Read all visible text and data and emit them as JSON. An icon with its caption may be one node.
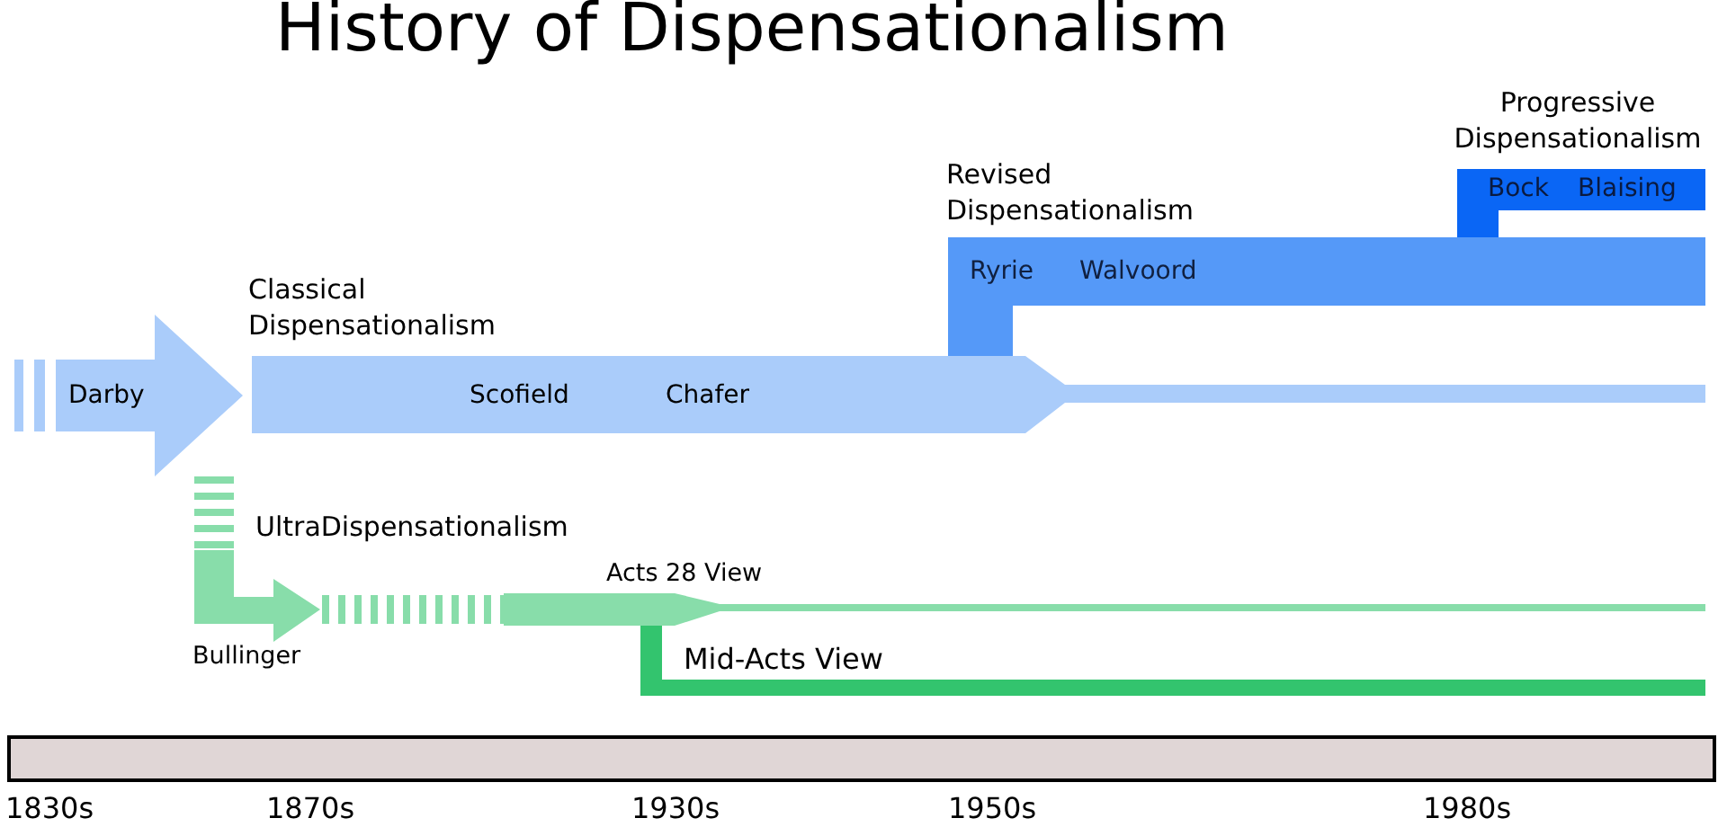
{
  "diagram": {
    "title": "History of Dispensationalism",
    "nodes": [
      {
        "text": [
          "Darby"
        ]
      },
      {
        "text": [
          "Scofield",
          "Chafer"
        ],
        "beside": [
          "Classical Dispensationalism"
        ]
      },
      {
        "text": [
          "Ryrie",
          "Walvoord"
        ],
        "beside": [
          "Revised Dispensationalism"
        ]
      },
      {
        "text": [
          "Bock",
          "Blaising"
        ],
        "beside": [
          "Progressive Dispensationalism"
        ]
      },
      {
        "text": [],
        "shape": "arrow",
        "beside": [
          "UltraDispensationalism",
          "Bullinger"
        ]
      },
      {
        "text": [],
        "shape": "bar",
        "beside": [
          "Acts 28 View"
        ]
      },
      {
        "text": [],
        "shape": "bar",
        "beside": [
          "Mid-Acts View"
        ]
      },
      {
        "text": [],
        "shape": "bar"
      }
    ],
    "edges": [
      {
        "from": 1,
        "to": 2,
        "arrow": "none",
        "color": "#5599f8"
      },
      {
        "from": 2,
        "to": 3,
        "arrow": "none",
        "color": "#0a66f5"
      },
      {
        "from": 0,
        "to": 4,
        "arrow": "none",
        "style": "dashed",
        "color": "#88ddaa"
      },
      {
        "from": 4,
        "to": 5,
        "arrow": "none",
        "style": "dashed",
        "color": "#88ddaa"
      },
      {
        "from": 5,
        "to": 6,
        "arrow": "none",
        "color": "#33c46e"
      }
    ],
    "labels": [
      "1830s",
      "1870s",
      "1930s",
      "1950s",
      "1980s"
    ]
  }
}
